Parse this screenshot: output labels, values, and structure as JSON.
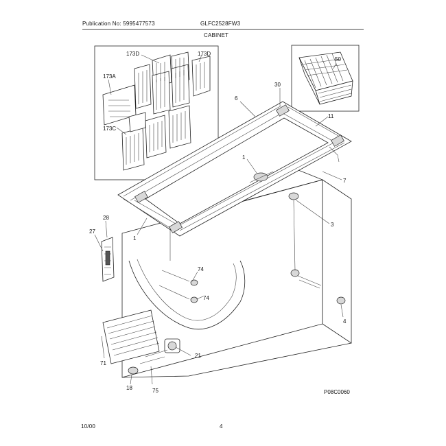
{
  "header": {
    "publication": "Publication No: 5995477573",
    "model": "GLFC2528FW3",
    "section": "CABINET"
  },
  "footer": {
    "date": "10/00",
    "page": "4"
  },
  "figure_code": "P08C0060",
  "callouts": {
    "c173D_a": "173D",
    "c173D_b": "173D",
    "c173A": "173A",
    "c173C": "173C",
    "c50": "50",
    "c30": "30",
    "c6": "6",
    "c11": "11",
    "c1_top": "1",
    "c7": "7",
    "c3": "3",
    "c28": "28",
    "c27": "27",
    "c1_left": "1",
    "c74_a": "74",
    "c74_b": "74",
    "c4": "4",
    "c21": "21",
    "c71": "71",
    "c18": "18",
    "c75": "75"
  }
}
